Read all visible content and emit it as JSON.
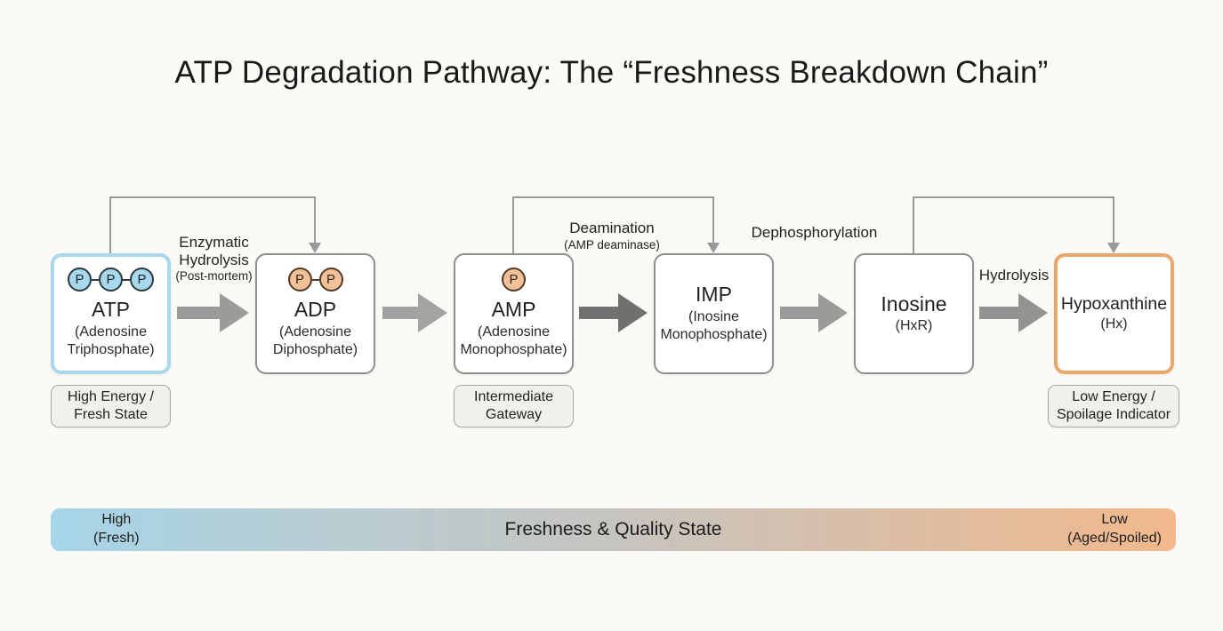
{
  "title": "ATP Degradation Pathway: The “Freshness Breakdown Chain”",
  "pathway": {
    "phosphate_symbol": "P",
    "nodes": [
      {
        "name": "ATP",
        "subname": "(Adenosine Triphosphate)",
        "phosphates": 3,
        "phosphate_color": "blue",
        "highlight": "blue"
      },
      {
        "name": "ADP",
        "subname": "(Adenosine Diphosphate)",
        "phosphates": 2,
        "phosphate_color": "orange",
        "highlight": "none"
      },
      {
        "name": "AMP",
        "subname": "(Adenosine Monophosphate)",
        "phosphates": 1,
        "phosphate_color": "orange",
        "highlight": "none"
      },
      {
        "name": "IMP",
        "subname": "(Inosine Monophosphate)",
        "phosphates": 0,
        "highlight": "none"
      },
      {
        "name": "Inosine",
        "subname": "(HxR)",
        "phosphates": 0,
        "highlight": "none"
      },
      {
        "name": "Hypoxanthine",
        "subname": "(Hx)",
        "phosphates": 0,
        "highlight": "orange"
      }
    ],
    "transitions": [
      {
        "from": "ATP",
        "to": "ADP",
        "label": "Enzymatic\nHydrolysis",
        "sublabel": "(Post-mortem)"
      },
      {
        "from": "ADP",
        "to": "AMP",
        "label": "",
        "sublabel": ""
      },
      {
        "from": "AMP",
        "to": "IMP",
        "label": "Deamination",
        "sublabel": "(AMP deaminase)"
      },
      {
        "from": "IMP",
        "to": "Inosine",
        "label": "Dephosphorylation",
        "sublabel": ""
      },
      {
        "from": "Inosine",
        "to": "Hypoxanthine",
        "label": "Hydrolysis",
        "sublabel": ""
      }
    ],
    "skip_connectors": [
      {
        "from": "ATP",
        "to": "ADP"
      },
      {
        "from": "AMP",
        "to": "IMP"
      },
      {
        "from": "Inosine",
        "to": "Hypoxanthine"
      }
    ]
  },
  "state_labels": [
    {
      "text": "High Energy /\nFresh State",
      "attached_to": "ATP"
    },
    {
      "text": "Intermediate\nGateway",
      "attached_to": "AMP"
    },
    {
      "text": "Low Energy /\nSpoilage Indicator",
      "attached_to": "Hypoxanthine"
    }
  ],
  "freshness_bar": {
    "left_label": "High\n(Fresh)",
    "title": "Freshness & Quality State",
    "right_label": "Low\n(Aged/Spoiled)"
  },
  "colors": {
    "background": "#fbfaf6",
    "atp_highlight_border": "#a9d8ec",
    "hypoxanthine_highlight_border": "#e8a86c",
    "node_border": "#8f8f8f",
    "phosphate_blue_fill": "#a9d8ec",
    "phosphate_orange_fill": "#f3c197",
    "arrow_gray": "#9b9b9b",
    "arrow_dark_gray": "#707070",
    "bar_gradient_left": "#a7d5e9",
    "bar_gradient_mid": "#c6c4c0",
    "bar_gradient_right": "#f2b98c"
  }
}
